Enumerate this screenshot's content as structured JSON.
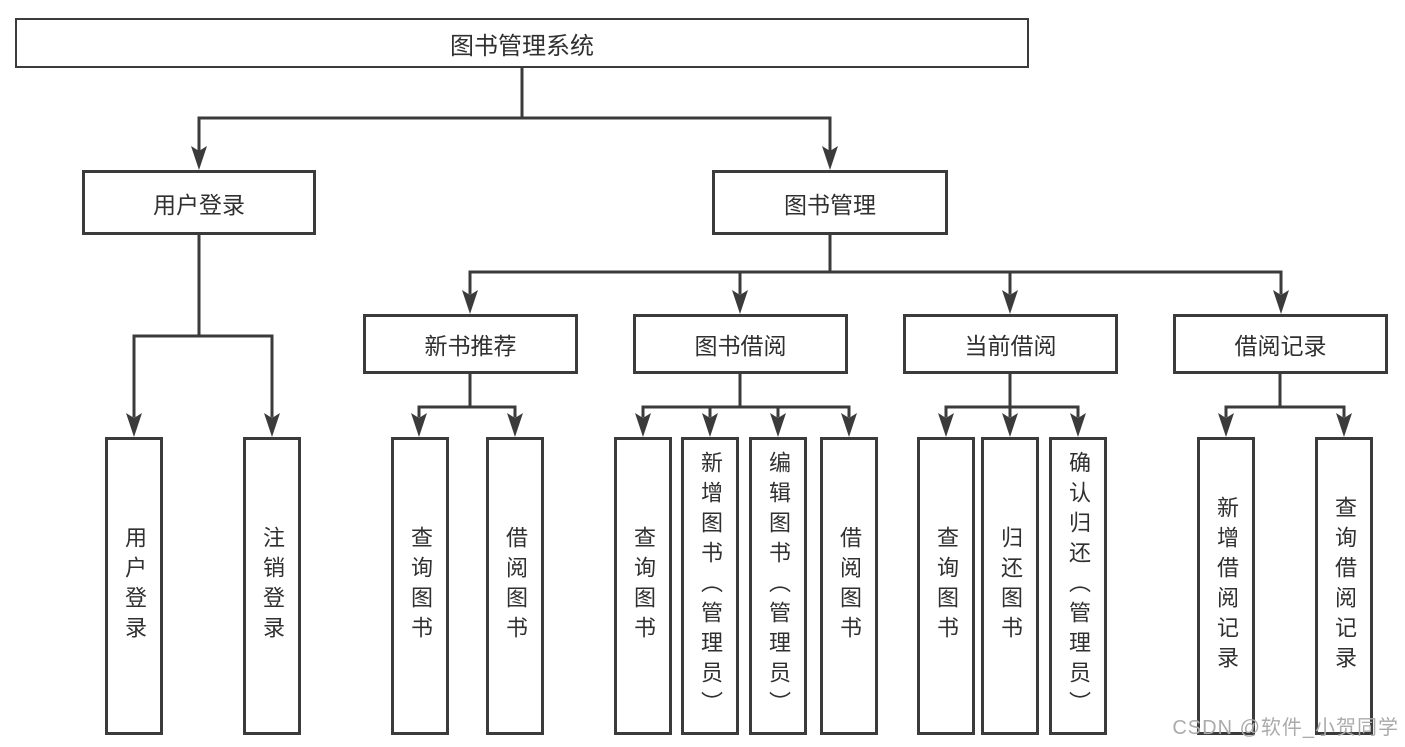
{
  "diagram": {
    "root": "图书管理系统",
    "user": {
      "label": "用户登录",
      "children": [
        "用户登录",
        "注销登录"
      ]
    },
    "mgmt": {
      "label": "图书管理",
      "children": [
        {
          "label": "新书推荐",
          "children": [
            "查询图书",
            "借阅图书"
          ]
        },
        {
          "label": "图书借阅",
          "children": [
            "查询图书",
            "新增图书（管理员）",
            "编辑图书（管理员）",
            "借阅图书"
          ]
        },
        {
          "label": "当前借阅",
          "children": [
            "查询图书",
            "归还图书",
            "确认归还（管理员）"
          ]
        },
        {
          "label": "借阅记录",
          "children": [
            "新增借阅记录",
            "查询借阅记录"
          ]
        }
      ]
    }
  },
  "watermark": "CSDN @软件_小贺同学",
  "colors": {
    "line": "#3b3b3b",
    "text": "#303030",
    "watermark": "#ababab",
    "background": "#ffffff"
  }
}
